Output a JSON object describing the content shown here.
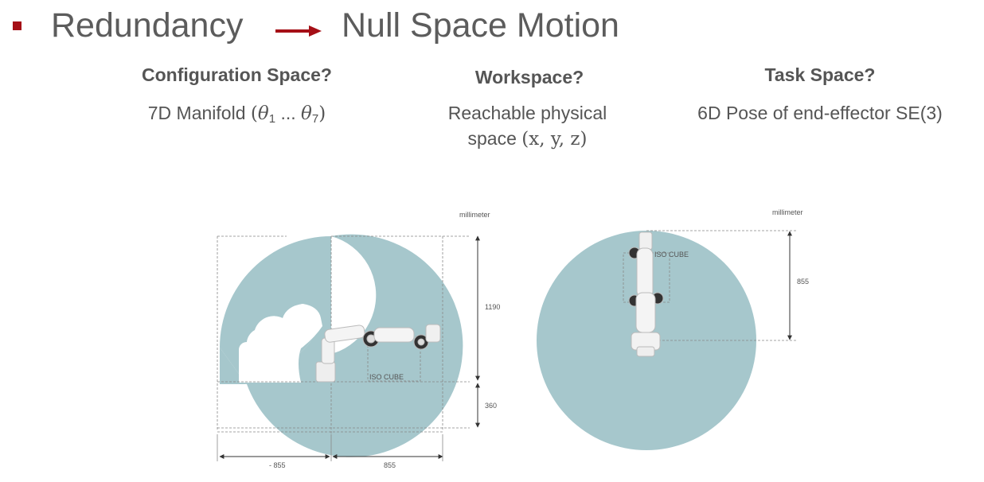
{
  "slide": {
    "bullet_color": "#a50f16",
    "title_left": "Redundancy",
    "title_right": "Null Space Motion",
    "arrow_color": "#a50f16"
  },
  "columns": [
    {
      "heading": "Configuration Space?",
      "desc_prefix": "7D Manifold ",
      "theta": "θ",
      "sub_first": "1",
      "dots": " ... ",
      "sub_last": "7"
    },
    {
      "heading": "Workspace?",
      "line1": "Reachable physical",
      "line2_prefix": "space ",
      "coords": "(x, y, z)"
    },
    {
      "heading": "Task Space?",
      "desc": "6D Pose of end-effector SE(3)"
    }
  ],
  "side_view": {
    "unit_label": "millimeter",
    "dim_upper": "1190",
    "dim_lower": "360",
    "dim_left": "- 855",
    "dim_right": "855",
    "cube_label": "ISO CUBE"
  },
  "top_view": {
    "unit_label": "millimeter",
    "dim_radius": "855",
    "cube_label": "ISO CUBE"
  },
  "workspace_color": "#a6c7cc"
}
